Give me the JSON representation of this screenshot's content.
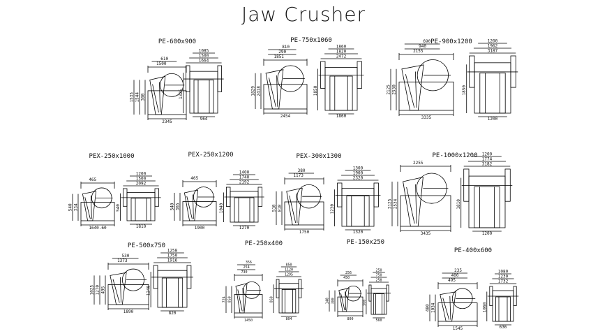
{
  "drawing": {
    "title": "Jaw Crusher",
    "line_color": "#000000",
    "background": "#ffffff"
  },
  "models": [
    {
      "label": "PE-600x900",
      "dims": {
        "side_top": [
          "1500",
          "610"
        ],
        "side_left": [
          "300",
          "1544",
          "1535"
        ],
        "side_bottom": "2345",
        "front_top": [
          "1664",
          "1500",
          "1085"
        ],
        "front_side": "1325",
        "front_bottom": "964"
      }
    },
    {
      "label": "PE-750x1060",
      "dims": {
        "side_top": [
          "1851",
          "290",
          "810"
        ],
        "side_left": [
          "2418",
          "1829"
        ],
        "side_bottom": "2454",
        "front_top": [
          "2472",
          "1820",
          "1860"
        ],
        "front_side": "1850",
        "front_bottom": "1860"
      }
    },
    {
      "label": "PE-900x1200",
      "dims": {
        "side_top": [
          "2155",
          "940",
          "690"
        ],
        "side_left": [
          "2530",
          "2125"
        ],
        "side_bottom": "3335",
        "front_top": [
          "3187",
          "1962",
          "1200"
        ],
        "front_side": "1850",
        "front_bottom": "1200"
      }
    },
    {
      "label": "PEX-250x1000",
      "dims": {
        "side_top": [
          "465"
        ],
        "side_left": [
          "334",
          "540"
        ],
        "side_bottom": "1640.60",
        "front_top": [
          "2092",
          "1500",
          "1200"
        ],
        "front_side": "540",
        "front_bottom": "1810"
      }
    },
    {
      "label": "PEX-250x1200",
      "dims": {
        "side_top": [
          "465"
        ],
        "side_left": [
          "365",
          "540"
        ],
        "side_bottom": "1900",
        "front_top": [
          "2192",
          "1740",
          "1400"
        ],
        "front_side": "1040",
        "front_bottom": "1270"
      }
    },
    {
      "label": "PEX-300x1300",
      "dims": {
        "side_top": [
          "1173",
          "380"
        ],
        "side_left": [
          "818",
          "510"
        ],
        "side_bottom": "1750",
        "front_top": [
          "2320",
          "1900",
          "1300"
        ],
        "front_side": "1230",
        "front_bottom": "1320"
      }
    },
    {
      "label": "PE-1000x1200",
      "dims": {
        "side_top": [
          "2255"
        ],
        "side_left": [
          "2534",
          "3125"
        ],
        "side_bottom": "3435",
        "front_top": [
          "3182",
          "1774",
          "1200"
        ],
        "front_side": "1810",
        "front_bottom": "1200"
      }
    },
    {
      "label": "PE-500x750",
      "dims": {
        "side_top": [
          "1373",
          "530"
        ],
        "side_left": [
          "495",
          "1270",
          "1025"
        ],
        "side_bottom": "1890",
        "front_top": [
          "1916",
          "1750",
          "1258"
        ],
        "front_side": "1240",
        "front_bottom": "820"
      }
    },
    {
      "label": "PE-250x400",
      "dims": {
        "side_top": [
          "730",
          "254",
          "356"
        ],
        "side_left": [
          "850",
          "724"
        ],
        "side_bottom": "1450",
        "front_top": [
          "1295",
          "1120",
          "850"
        ],
        "front_side": "860",
        "front_bottom": "804"
      }
    },
    {
      "label": "PE-150x250",
      "dims": {
        "side_top": [
          "450",
          "256"
        ],
        "side_left": [
          "380",
          "140"
        ],
        "side_bottom": "800",
        "front_top": [
          "258",
          "750",
          "250"
        ],
        "front_side": "560",
        "front_bottom": "560"
      }
    },
    {
      "label": "PE-400x600",
      "dims": {
        "side_top": [
          "495",
          "400",
          "235"
        ],
        "side_left": [
          "1034",
          "480"
        ],
        "side_bottom": "1545",
        "front_top": [
          "1732",
          "1230",
          "1080"
        ],
        "front_side": "1060",
        "front_bottom": "636"
      }
    }
  ]
}
